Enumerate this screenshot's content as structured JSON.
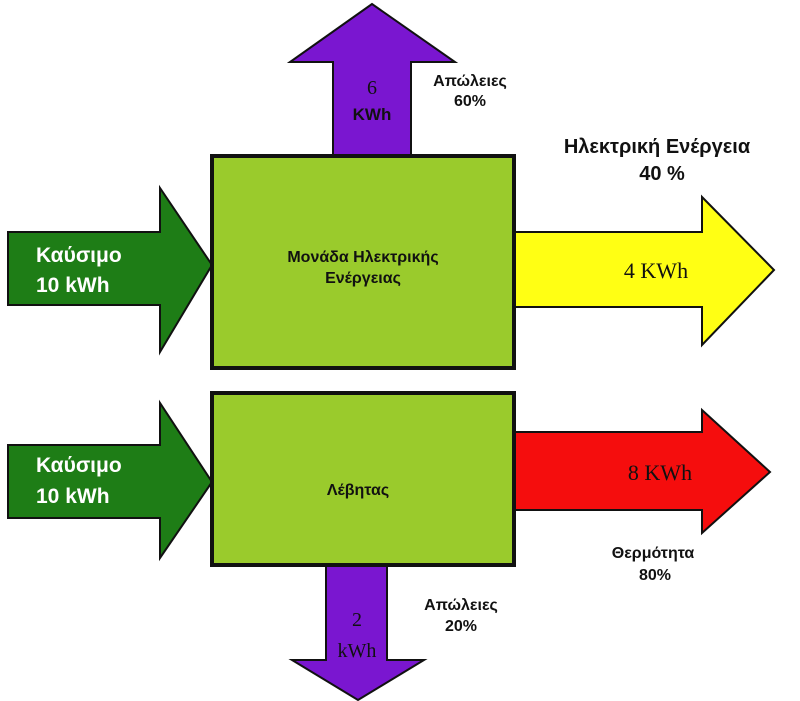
{
  "colors": {
    "fuel_arrow": "#1e7d16",
    "box": "#9acb2c",
    "loss_arrow": "#7a16d0",
    "electric_arrow": "#ffff14",
    "heat_arrow": "#f50d0d",
    "outline": "#111111",
    "fuel_text": "#ffffff"
  },
  "top": {
    "fuel_label_line1": "Καύσιμο",
    "fuel_label_line2": "10 kWh",
    "unit_line1": "Μονάδα Ηλεκτρικής",
    "unit_line2": "Ενέργειας",
    "loss_value_line1": "6",
    "loss_value_line2": "KWh",
    "loss_caption_line1": "Απώλειες",
    "loss_caption_line2": "60%",
    "output_caption_line1": "Ηλεκτρική Ενέργεια",
    "output_caption_line2": "40 %",
    "output_value": "4 KWh"
  },
  "bottom": {
    "fuel_label_line1": "Καύσιμο",
    "fuel_label_line2": "10 kWh",
    "unit_label": "Λέβητας",
    "loss_value_line1": "2",
    "loss_value_line2": "kWh",
    "loss_caption_line1": "Απώλειες",
    "loss_caption_line2": "20%",
    "output_caption_line1": "Θερμότητα",
    "output_caption_line2": "80%",
    "output_value": "8 KWh"
  }
}
